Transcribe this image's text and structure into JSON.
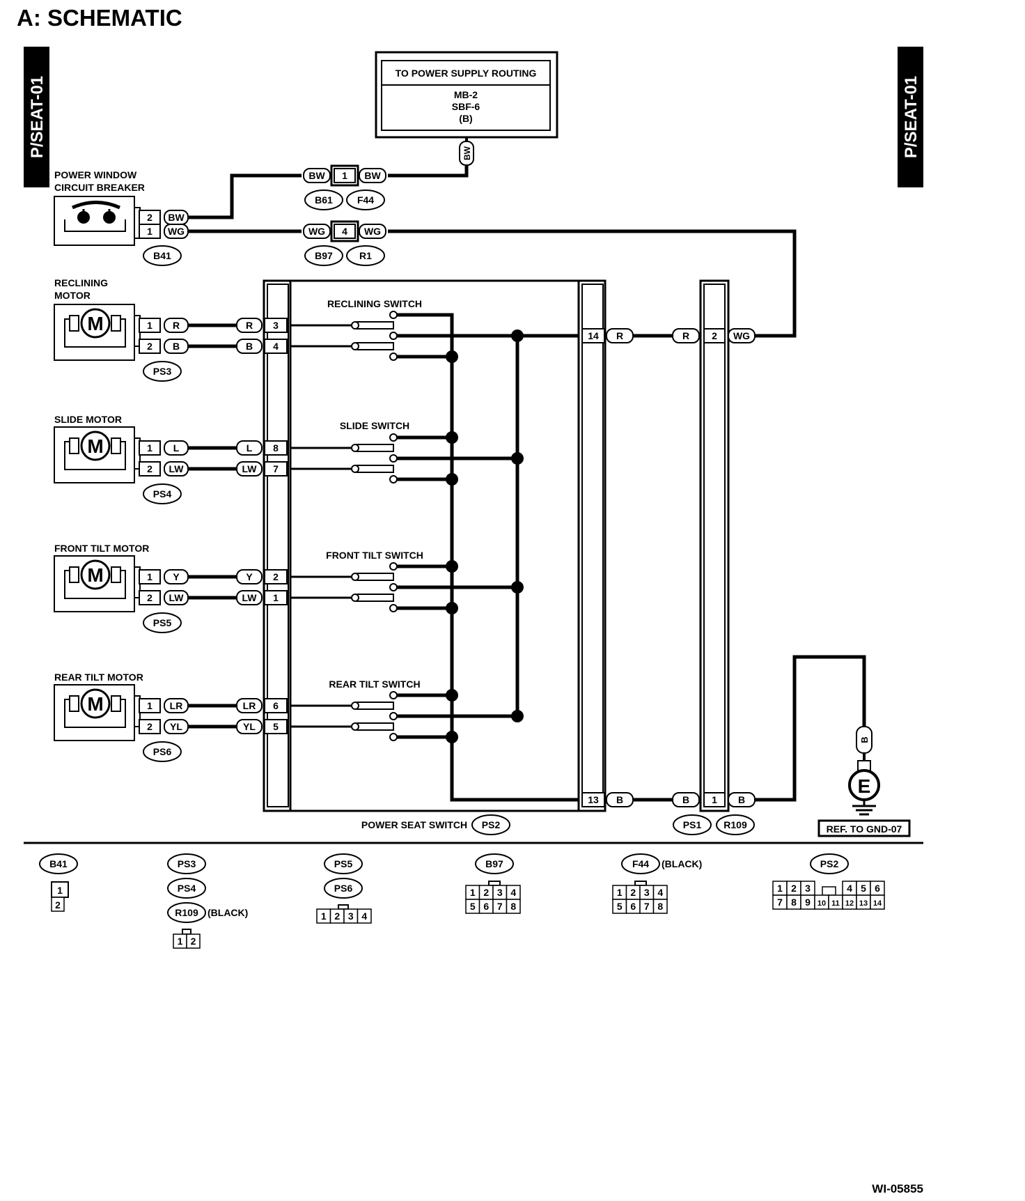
{
  "header": {
    "title": "A:  SCHEMATIC",
    "side_tab_left": "P/SEAT-01",
    "side_tab_right": "P/SEAT-01"
  },
  "power_supply": {
    "title": "TO POWER SUPPLY ROUTING",
    "lines": [
      "MB-2",
      "SBF-6",
      "(B)"
    ],
    "wire": "BW"
  },
  "breaker": {
    "label": [
      "POWER WINDOW",
      "CIRCUIT BREAKER"
    ],
    "connector": "B41",
    "pins": [
      {
        "pin": "2",
        "color": "BW"
      },
      {
        "pin": "1",
        "color": "WG"
      }
    ]
  },
  "joints": [
    {
      "pin": "1",
      "left": "BW",
      "right": "BW",
      "connectors": [
        "B61",
        "F44"
      ]
    },
    {
      "pin": "4",
      "left": "WG",
      "right": "WG",
      "connectors": [
        "B97",
        "R1"
      ]
    }
  ],
  "motors": [
    {
      "label": [
        "RECLINING",
        "MOTOR"
      ],
      "connector": "PS3",
      "pins": [
        {
          "pin": "1",
          "color": "R",
          "sw_pin": "3"
        },
        {
          "pin": "2",
          "color": "B",
          "sw_pin": "4"
        }
      ]
    },
    {
      "label": [
        "SLIDE MOTOR"
      ],
      "connector": "PS4",
      "pins": [
        {
          "pin": "1",
          "color": "L",
          "sw_pin": "8"
        },
        {
          "pin": "2",
          "color": "LW",
          "sw_pin": "7"
        }
      ]
    },
    {
      "label": [
        "FRONT TILT MOTOR"
      ],
      "connector": "PS5",
      "pins": [
        {
          "pin": "1",
          "color": "Y",
          "sw_pin": "2"
        },
        {
          "pin": "2",
          "color": "LW",
          "sw_pin": "1"
        }
      ]
    },
    {
      "label": [
        "REAR TILT MOTOR"
      ],
      "connector": "PS6",
      "pins": [
        {
          "pin": "1",
          "color": "LR",
          "sw_pin": "6"
        },
        {
          "pin": "2",
          "color": "YL",
          "sw_pin": "5"
        }
      ]
    }
  ],
  "motor_symbol": "M",
  "switches": [
    "RECLINING SWITCH",
    "SLIDE SWITCH",
    "FRONT TILT SWITCH",
    "REAR TILT SWITCH"
  ],
  "power_seat_switch": {
    "label": "POWER SEAT SWITCH",
    "connector": "PS2",
    "pin_top": {
      "pin": "14",
      "color": "R"
    },
    "pin_bottom": {
      "pin": "13",
      "color": "B"
    }
  },
  "ps1_r109": {
    "connectors": [
      "PS1",
      "R109"
    ],
    "top": {
      "pin": "2",
      "left": "R",
      "right": "WG"
    },
    "bottom": {
      "pin": "1",
      "left": "B",
      "right": "B"
    }
  },
  "ground": {
    "wire": "B",
    "symbol": "E",
    "ref": "REF. TO GND-07"
  },
  "connector_legend": [
    {
      "names": [
        "B41"
      ],
      "note": "",
      "pins": [
        [
          "1"
        ],
        [
          "2"
        ]
      ]
    },
    {
      "names": [
        "PS3",
        "PS4",
        "R109"
      ],
      "note": "(BLACK)",
      "pins": [
        [
          "1",
          "2"
        ]
      ]
    },
    {
      "names": [
        "PS5",
        "PS6"
      ],
      "note": "",
      "pins": [
        [
          "1",
          "2",
          "3",
          "4"
        ]
      ]
    },
    {
      "names": [
        "B97"
      ],
      "note": "",
      "pins": [
        [
          "1",
          "2",
          "3",
          "4"
        ],
        [
          "5",
          "6",
          "7",
          "8"
        ]
      ]
    },
    {
      "names": [
        "F44"
      ],
      "note": "(BLACK)",
      "pins": [
        [
          "1",
          "2",
          "3",
          "4"
        ],
        [
          "5",
          "6",
          "7",
          "8"
        ]
      ]
    },
    {
      "names": [
        "PS2"
      ],
      "note": "",
      "pins": [
        [
          "1",
          "2",
          "3",
          "",
          "4",
          "5",
          "6"
        ],
        [
          "7",
          "8",
          "9",
          "10",
          "11",
          "12",
          "13",
          "14"
        ]
      ]
    }
  ],
  "figure_id": "WI-05855",
  "colors": {
    "ink": "#000000",
    "paper": "#ffffff"
  }
}
